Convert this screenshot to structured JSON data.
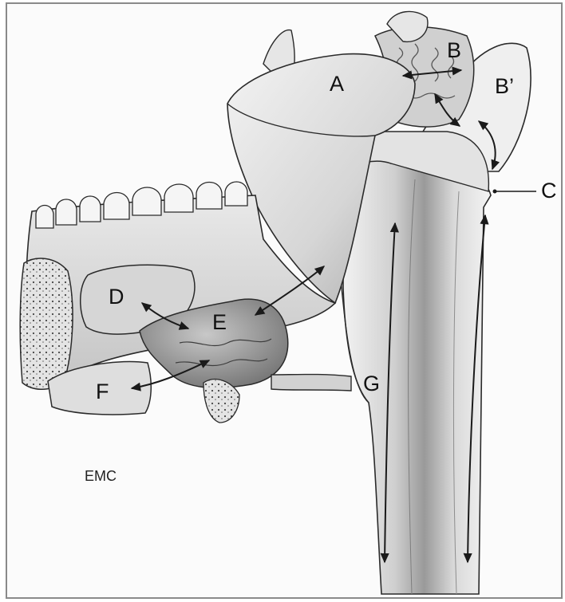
{
  "figure": {
    "labels": {
      "A": "A",
      "B": "B",
      "B_prime": "B’",
      "C": "C",
      "D": "D",
      "E": "E",
      "F": "F",
      "G": "G"
    },
    "signature": "EMC",
    "colors": {
      "frame": "#8a8a8a",
      "line": "#2a2a2a",
      "tissue": "#e6e6e6",
      "tissue_dark": "#bdbdbd",
      "gland": "#9e9e9e",
      "bone": "#d8d8d8"
    }
  }
}
